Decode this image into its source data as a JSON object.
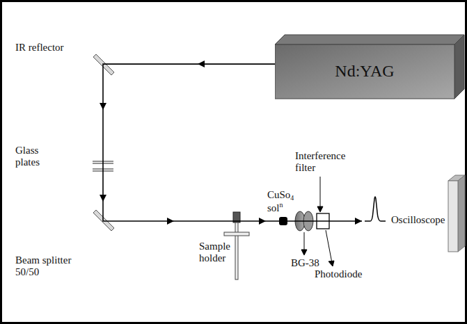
{
  "diagram": {
    "nodes": [
      {
        "text": [
          "Nd:YAG"
        ]
      },
      {
        "text": [
          "Oscilloscope"
        ]
      }
    ],
    "edges": [
      {
        "from": 0,
        "to": 1,
        "arrow": "to"
      }
    ],
    "labels": [
      "IR reflector",
      "Glass plates",
      "Beam splitter 50/50",
      "Sample holder",
      "CuSo4",
      "soln",
      "Interference filter",
      "BG-38",
      "Photodiode"
    ]
  }
}
